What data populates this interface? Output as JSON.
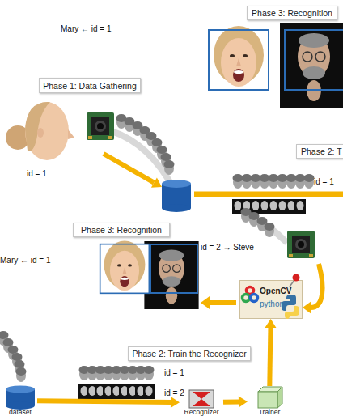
{
  "diagram": {
    "nodes": [
      {
        "text": [
          "Phase 3: Recognition"
        ]
      },
      {
        "text": [
          "Phase 1: Data Gathering"
        ]
      },
      {
        "text": [
          "Phase 2: T"
        ]
      },
      {
        "text": [
          "Phase 3: Recognition"
        ]
      },
      {
        "text": [
          "OpenCV",
          "python"
        ]
      },
      {
        "text": [
          "Phase 2: Train the Recognizer"
        ]
      },
      {
        "text": [
          "dataset"
        ]
      },
      {
        "text": [
          "Recognizer"
        ]
      },
      {
        "text": [
          "Trainer"
        ]
      }
    ],
    "edges": [
      {
        "from": 6,
        "to": 7,
        "arrow": "to"
      },
      {
        "from": 7,
        "to": 8,
        "arrow": "to"
      },
      {
        "from": 8,
        "to": 4,
        "arrow": "to"
      }
    ],
    "labels": [
      "Mary ← id = 1",
      "id = 1",
      "id = 1",
      "Mary ← id = 1",
      "id = 2 → Steve",
      "id = 1",
      "id = 2"
    ]
  }
}
